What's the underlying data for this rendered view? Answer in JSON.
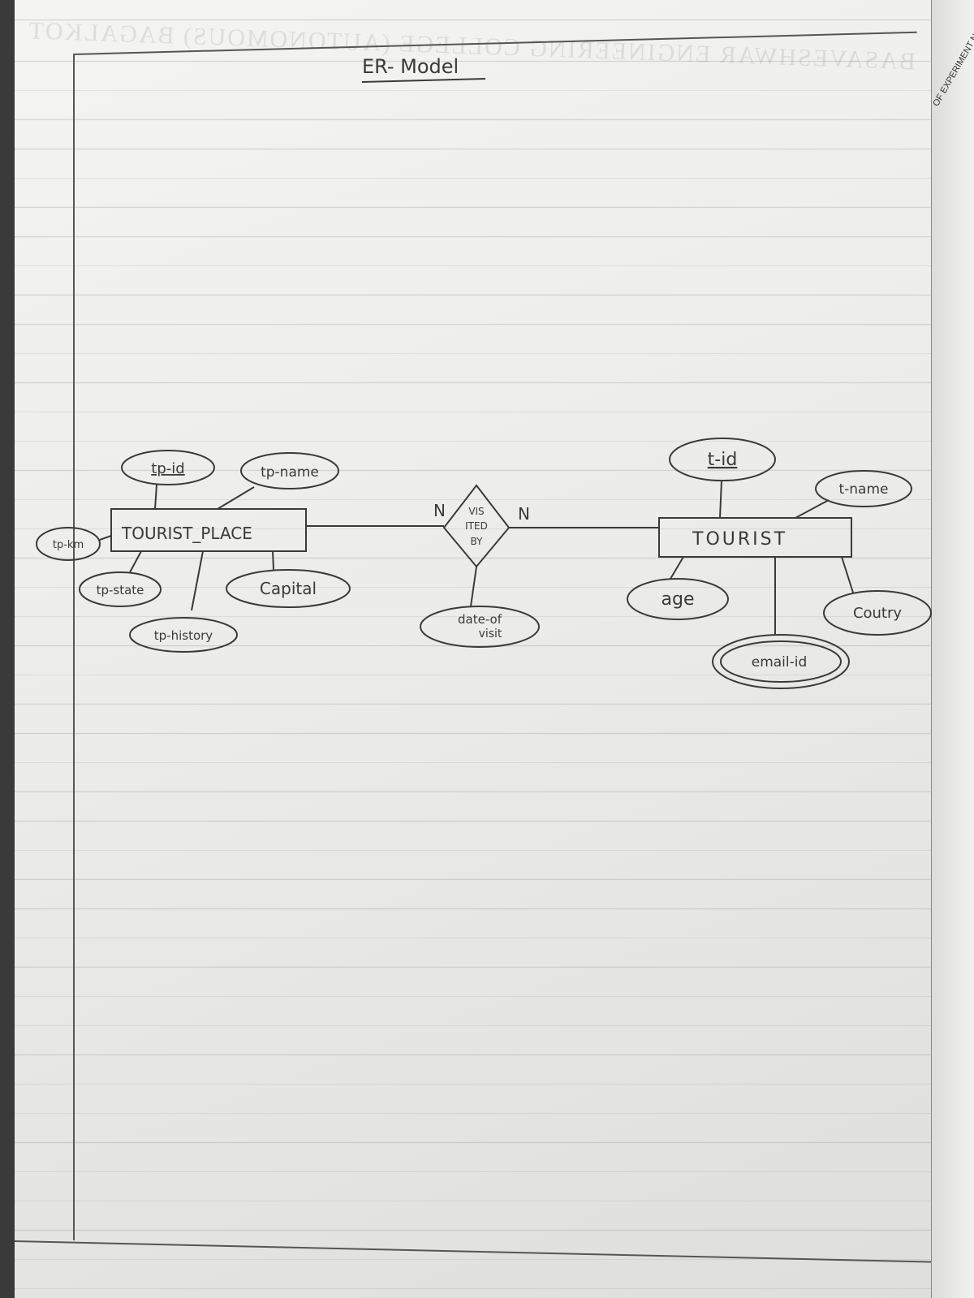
{
  "notebook": {
    "faded_header": "BASAVESHWAR ENGINEERING COLLEGE (AUTONOMOUS) BAGALKOT",
    "side_strip_text": "OF EXPERIMENT N"
  },
  "diagram": {
    "title": "ER- Model",
    "entities": {
      "tourist_place": "TOURIST_PLACE",
      "tourist": "TOURIST"
    },
    "relationship": {
      "line1": "VIS",
      "line2": "ITED",
      "line3": "BY",
      "card_left": "N",
      "card_right": "N"
    },
    "attributes": {
      "tp_id": "tp-id",
      "tp_name": "tp-name",
      "tp_km": "tp-km",
      "tp_state": "tp-state",
      "tp_history": "tp-history",
      "capital": "Capital",
      "date_of_visit_1": "date-of",
      "date_of_visit_2": "visit",
      "t_id": "t-id",
      "t_name": "t-name",
      "age": "age",
      "email_id": "email-id",
      "country": "Coutry"
    }
  },
  "colors": {
    "ink": "#3a3a3a",
    "paper": "#efefed"
  }
}
